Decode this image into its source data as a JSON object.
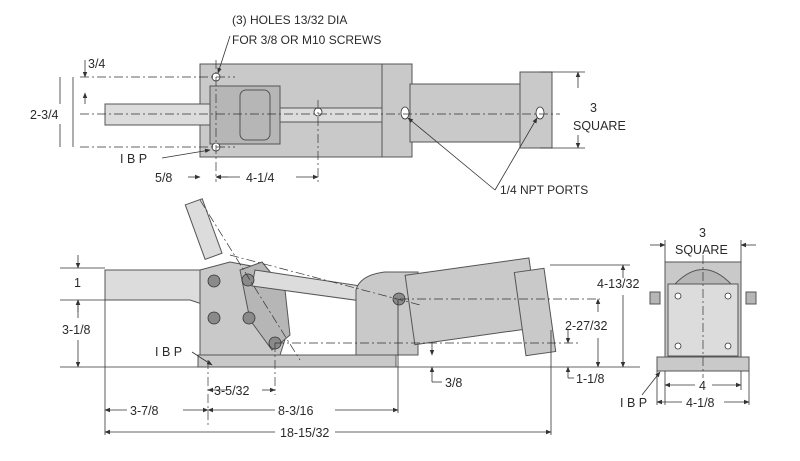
{
  "notes": {
    "holes_line1": "(3) HOLES 13/32 DIA",
    "holes_line2": "FOR 3/8 OR M10 SCREWS",
    "ports": "1/4 NPT PORTS"
  },
  "top_view": {
    "dim_3_4": "3/4",
    "dim_2_3_4": "2-3/4",
    "ibp": "I B P",
    "dim_5_8": "5/8",
    "dim_4_1_4": "4-1/4",
    "dim_3": "3",
    "square": "SQUARE"
  },
  "side_view": {
    "dim_1": "1",
    "dim_3_1_8": "3-1/8",
    "ibp": "I B P",
    "dim_3_5_32": "3-5/32",
    "dim_3_7_8": "3-7/8",
    "dim_8_3_16": "8-3/16",
    "dim_18_15_32": "18-15/32",
    "dim_3_8": "3/8",
    "dim_1_1_8": "1-1/8",
    "dim_2_27_32": "2-27/32",
    "dim_4_13_32": "4-13/32"
  },
  "end_view": {
    "dim_3": "3",
    "square": "SQUARE",
    "dim_4": "4",
    "dim_4_1_8": "4-1/8",
    "ibp": "I B P"
  }
}
